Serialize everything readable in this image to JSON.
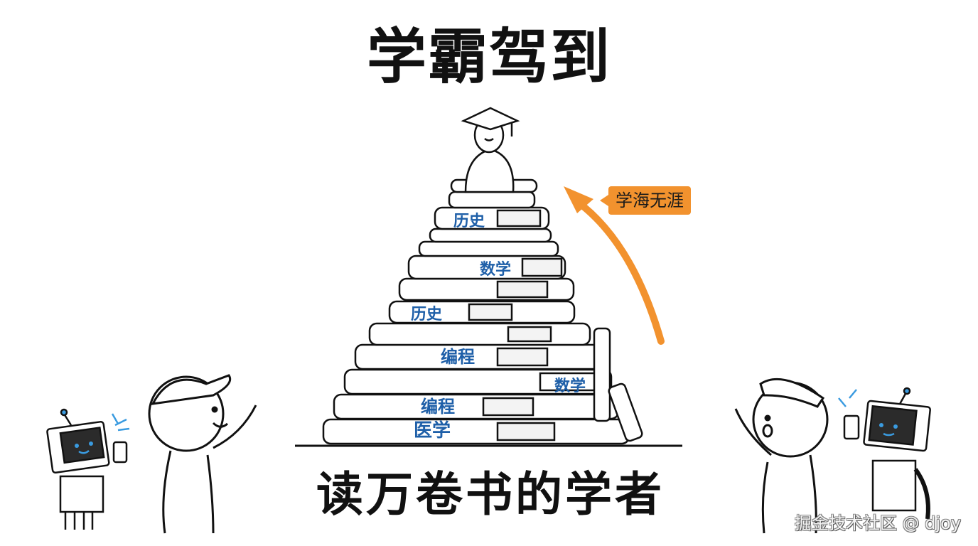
{
  "title": "学霸驾到",
  "subtitle": "读万卷书的学者",
  "callout": {
    "text": "学海无涯",
    "color": "#f2922e"
  },
  "book_labels": [
    {
      "text": "历史",
      "tier": 1
    },
    {
      "text": "数学",
      "tier": 2
    },
    {
      "text": "历史",
      "tier": 3
    },
    {
      "text": "编程",
      "tier": 4
    },
    {
      "text": "数学",
      "tier": 5
    },
    {
      "text": "编程",
      "tier": 6
    },
    {
      "text": "医学",
      "tier": 7
    }
  ],
  "characters": {
    "top": "scholar-with-graduation-cap",
    "left": [
      "robot-with-phone",
      "boy-with-cap-waving"
    ],
    "right": [
      "boy-with-cap-surprised",
      "robot-with-phone"
    ]
  },
  "watermark": "掘金技术社区 @ djoy",
  "colors": {
    "label_blue": "#1e5fa8",
    "accent_orange": "#f2922e",
    "robot_screen": "#2b2b2b",
    "robot_face": "#3a9be0"
  }
}
